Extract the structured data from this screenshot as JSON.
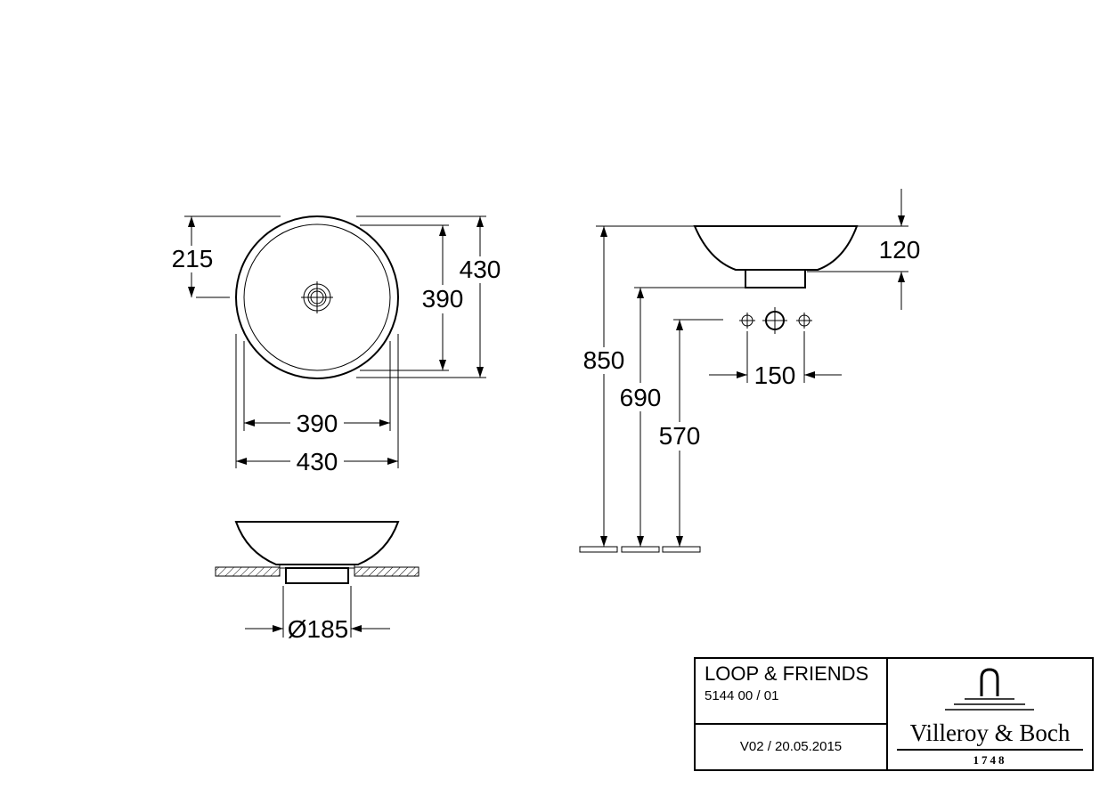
{
  "dimensions": {
    "top_view": {
      "offset": "215",
      "inner_height": "390",
      "outer_height": "430",
      "inner_width": "390",
      "outer_width": "430"
    },
    "side_view": {
      "drain_diameter": "Ø185"
    },
    "installation": {
      "basin_height": "120",
      "top_height": "850",
      "drain_height": "690",
      "tap_height": "570",
      "tap_spacing": "150"
    }
  },
  "title_block": {
    "product_name": "LOOP & FRIENDS",
    "product_code": "5144 00 / 01",
    "version": "V02 / 20.05.2015",
    "brand": "Villeroy & Boch",
    "brand_year": "1748"
  }
}
